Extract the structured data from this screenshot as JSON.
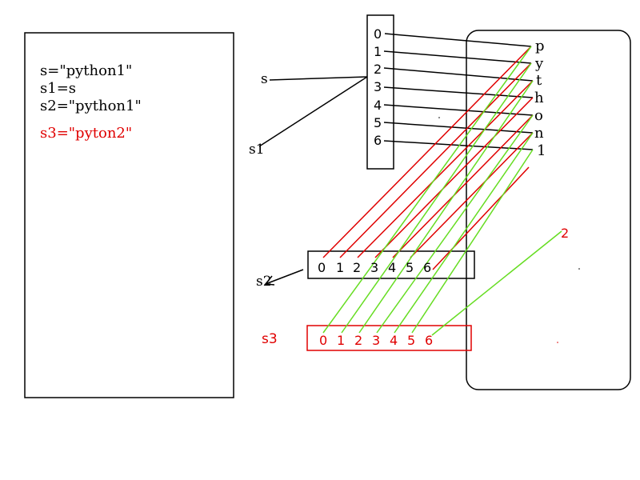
{
  "code": {
    "lines": [
      "s=\"python1\"",
      "s1=s",
      "s2=\"python1\""
    ],
    "red_line": "s3=\"pyton2\""
  },
  "labels": {
    "s": "s",
    "s1": "s1",
    "s2": "s2",
    "s3": "s3"
  },
  "index_array": [
    "0",
    "1",
    "2",
    "3",
    "4",
    "5",
    "6"
  ],
  "chars": [
    "p",
    "y",
    "t",
    "h",
    "o",
    "n",
    "1"
  ],
  "s2_array": [
    "0",
    "1",
    "2",
    "3",
    "4",
    "5",
    "6"
  ],
  "s3_array": [
    "0",
    "1",
    "2",
    "3",
    "4",
    "5",
    "6"
  ],
  "extra_char": "2",
  "colors": {
    "black": "#000000",
    "red": "#e00000",
    "green": "#66dd22"
  }
}
